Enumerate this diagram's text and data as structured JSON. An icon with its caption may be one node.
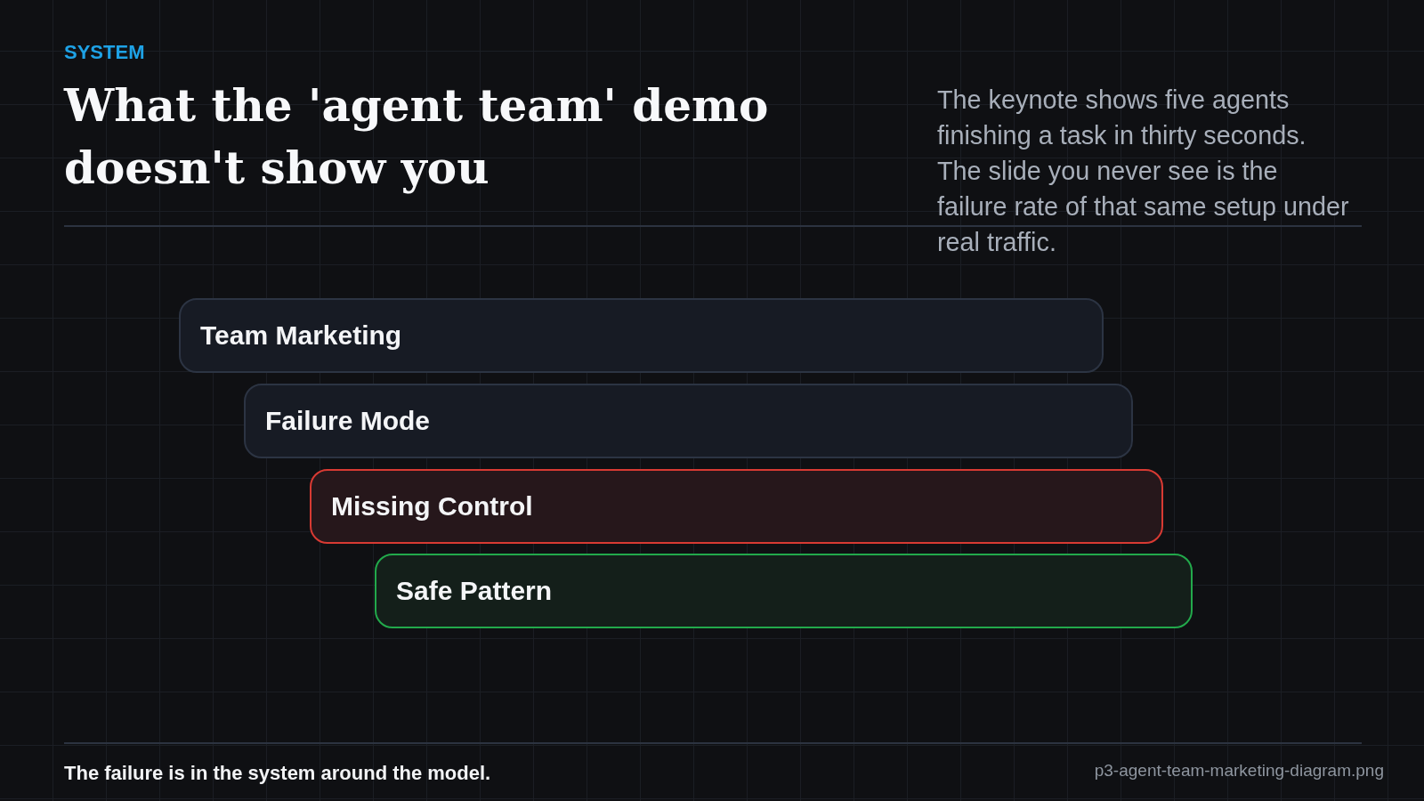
{
  "diagram": {
    "title": "What the 'agent team' demo doesn't show you",
    "caption": "The failure is in the system around the model.",
    "nodes": [
      {
        "text": [
          "Team Marketing"
        ]
      },
      {
        "text": [
          "Failure Mode"
        ]
      },
      {
        "text": [
          "Missing Control"
        ]
      },
      {
        "text": [
          "Safe Pattern"
        ]
      }
    ],
    "labels": [
      "SYSTEM",
      "The keynote shows five agents finishing a task in thirty seconds. The slide you never see is the failure rate of that same setup under real traffic.",
      "p3-agent-team-marketing-diagram.png"
    ]
  }
}
